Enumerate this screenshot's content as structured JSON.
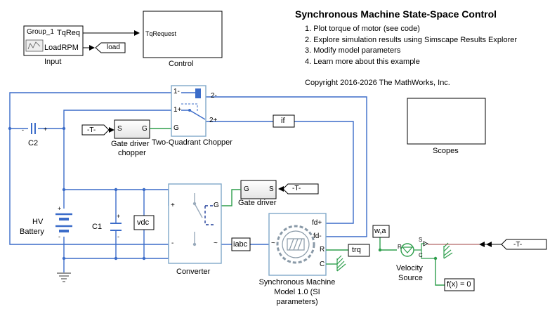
{
  "model": {
    "title": "Synchronous Machine State-Space Control",
    "links": [
      "1. Plot torque of motor (see code)",
      "2. Explore simulation results using Simscape Results Explorer",
      "3. Modify model parameters",
      "4. Learn more about this example"
    ],
    "copyright": "Copyright 2016-2026 The MathWorks, Inc."
  },
  "blocks": {
    "input": {
      "label": "Input",
      "group": "Group_1",
      "port_tqreq": "TqReq",
      "port_loadrpm": "LoadRPM",
      "goto_load": "load"
    },
    "control": {
      "label": "Control",
      "port": "TqRequest"
    },
    "scopes": {
      "label": "Scopes"
    },
    "gate_driver_chopper": {
      "label_line1": "Gate driver",
      "label_line2": "chopper",
      "port_s": "S",
      "port_g": "G",
      "from_tag": "-T-"
    },
    "chopper": {
      "label": "Two-Quadrant Chopper",
      "p1m": "1-",
      "p1p": "1+",
      "p2m": "2-",
      "p2p": "2+",
      "pg": "G"
    },
    "gate_driver": {
      "label": "Gate driver",
      "port_g": "G",
      "port_s": "S",
      "from_tag": "-T-"
    },
    "converter": {
      "label": "Converter",
      "plus": "+",
      "minus": "-",
      "g": "G",
      "tilde": "~"
    },
    "hv_battery": {
      "label_line1": "HV",
      "label_line2": "Battery",
      "plus": "+",
      "minus": "-"
    },
    "c1": {
      "label": "C1",
      "plus": "+",
      "minus": "-"
    },
    "c2": {
      "label": "C2",
      "minus": "-",
      "plus": "+"
    },
    "vdc": {
      "label": "vdc"
    },
    "if_tag": {
      "label": "if"
    },
    "iabc": {
      "label": "iabc"
    },
    "sm": {
      "label_line1": "Synchronous Machine",
      "label_line2": "Model 1.0 (SI",
      "label_line3": "parameters)",
      "fdp": "fd+",
      "fdm": "fd-",
      "r": "R",
      "c": "C",
      "tilde": "~"
    },
    "trq": {
      "label": "trq"
    },
    "wa": {
      "label": "w,a"
    },
    "velocity_source": {
      "label_line1": "Velocity",
      "label_line2": "Source",
      "r": "R",
      "c": "C",
      "s": "S"
    },
    "fx": {
      "label": "f(x) = 0"
    },
    "from_t": {
      "label": "-T-"
    }
  },
  "colors": {
    "wire": "#3b6cc9",
    "signal": "#000000",
    "simscape_green": "#2e9e4c",
    "block_border": "#000000",
    "converter_border": "#7fa8c9",
    "sm_icon": "#8a9aa8",
    "red_wire": "#a04040"
  }
}
